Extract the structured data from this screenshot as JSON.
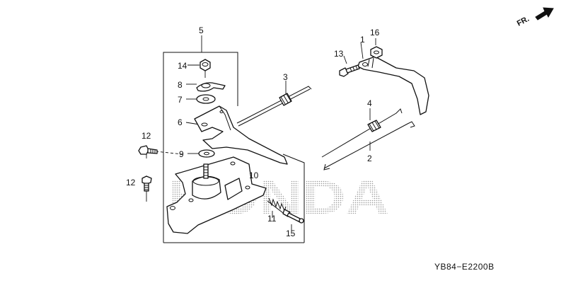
{
  "diagram": {
    "direction_label": "FR.",
    "watermark": "HONDA",
    "code": "YB84−E2200B",
    "callouts": [
      {
        "id": "c1",
        "text": "1"
      },
      {
        "id": "c2",
        "text": "2"
      },
      {
        "id": "c3",
        "text": "3"
      },
      {
        "id": "c4",
        "text": "4"
      },
      {
        "id": "c5",
        "text": "5"
      },
      {
        "id": "c6",
        "text": "6"
      },
      {
        "id": "c7",
        "text": "7"
      },
      {
        "id": "c8",
        "text": "8"
      },
      {
        "id": "c9",
        "text": "9"
      },
      {
        "id": "c10",
        "text": "10"
      },
      {
        "id": "c11",
        "text": "11"
      },
      {
        "id": "c12a",
        "text": "12"
      },
      {
        "id": "c12b",
        "text": "12"
      },
      {
        "id": "c13",
        "text": "13"
      },
      {
        "id": "c14",
        "text": "14"
      },
      {
        "id": "c15",
        "text": "15"
      },
      {
        "id": "c16",
        "text": "16"
      }
    ]
  }
}
